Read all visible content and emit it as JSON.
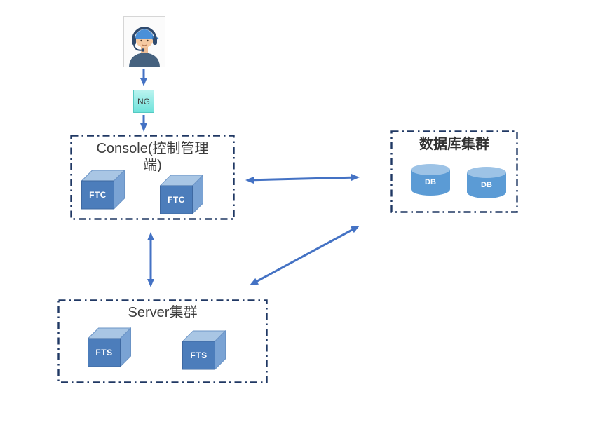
{
  "diagram": {
    "actor": {
      "icon": "support-agent-avatar"
    },
    "ng_node": {
      "label": "NG"
    },
    "groups": {
      "console": {
        "title": "Console(控制管理端)",
        "nodes": [
          {
            "label": "FTC"
          },
          {
            "label": "FTC"
          }
        ]
      },
      "database": {
        "title": "数据库集群",
        "nodes": [
          {
            "label": "DB"
          },
          {
            "label": "DB"
          }
        ]
      },
      "server": {
        "title": "Server集群",
        "nodes": [
          {
            "label": "FTS"
          },
          {
            "label": "FTS"
          }
        ]
      }
    },
    "connections": [
      {
        "from": "user-avatar",
        "to": "ng-node",
        "style": "single-arrow"
      },
      {
        "from": "ng-node",
        "to": "console",
        "style": "single-arrow"
      },
      {
        "from": "console",
        "to": "database",
        "style": "double-arrow"
      },
      {
        "from": "console",
        "to": "server",
        "style": "double-arrow"
      },
      {
        "from": "server",
        "to": "database",
        "style": "double-arrow"
      }
    ],
    "colors": {
      "arrow": "#4472c4",
      "group_border": "#203864",
      "cube_front": "#4c7dbb",
      "cube_top": "#a9c6e4",
      "cube_side": "#7aa3d4",
      "cylinder_body": "#5b9bd5",
      "cylinder_top": "#9dc3e6",
      "ng_fill": "#6fe2db",
      "title_text": "#3d3d3d"
    }
  }
}
